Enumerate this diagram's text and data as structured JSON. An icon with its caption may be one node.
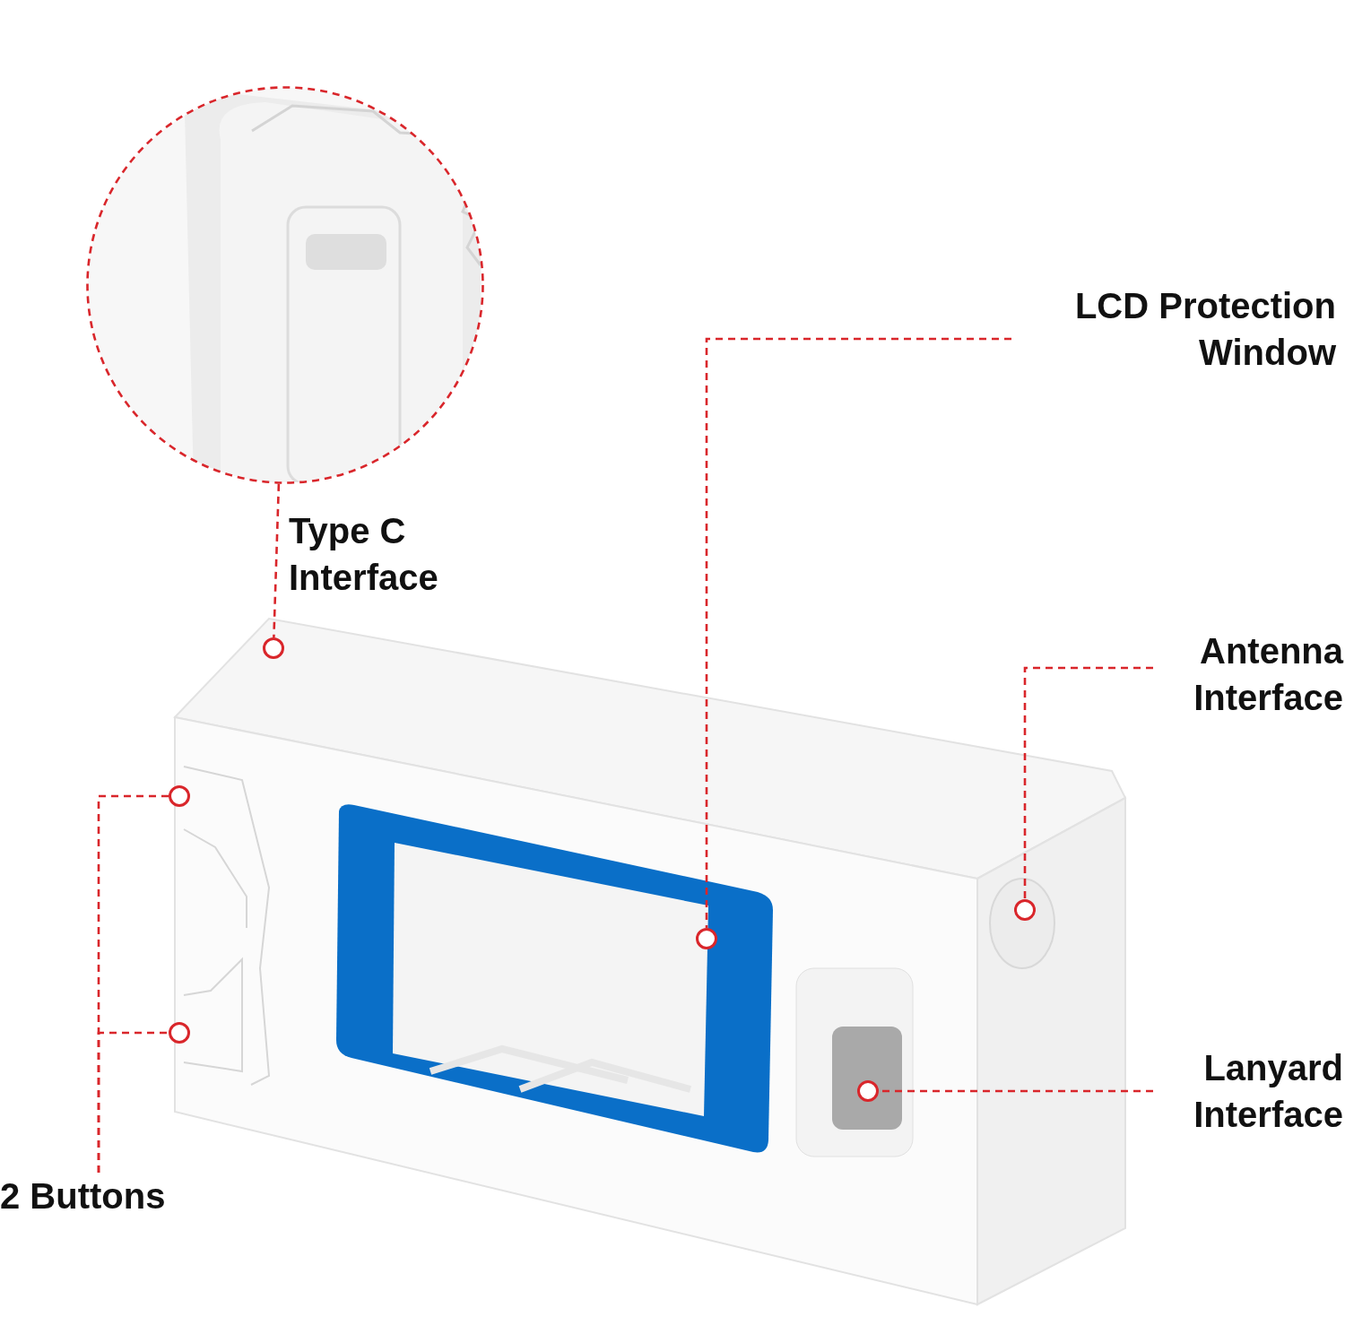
{
  "diagram": {
    "nodes": [
      {
        "text": [],
        "shape": "picture"
      },
      {
        "text": [
          "LCD Protection Window"
        ]
      },
      {
        "text": [],
        "shape": "circle"
      },
      {
        "text": [
          "Antenna Interface"
        ]
      },
      {
        "text": [],
        "shape": "circle"
      },
      {
        "text": [],
        "shape": "circle"
      },
      {
        "text": [],
        "shape": "circle"
      },
      {
        "text": [],
        "shape": "circle"
      },
      {
        "text": [],
        "shape": "circle"
      },
      {
        "text": [
          "Lanyard Interface"
        ]
      },
      {
        "text": [
          "2 Buttons"
        ]
      }
    ],
    "edges": [
      {
        "from": 0,
        "to": 2,
        "arrow": "none",
        "style": "dashed"
      },
      {
        "from": 1,
        "to": 5,
        "arrow": "none",
        "style": "dashed"
      },
      {
        "from": 3,
        "to": 6,
        "arrow": "none",
        "style": "dashed"
      },
      {
        "from": 9,
        "to": 8,
        "arrow": "none",
        "style": "dashed"
      },
      {
        "from": 10,
        "to": 4,
        "arrow": "none",
        "style": "dashed"
      },
      {
        "from": 10,
        "to": 7,
        "arrow": "none",
        "style": "dashed"
      }
    ],
    "labels": [
      "Type C Interface"
    ]
  }
}
